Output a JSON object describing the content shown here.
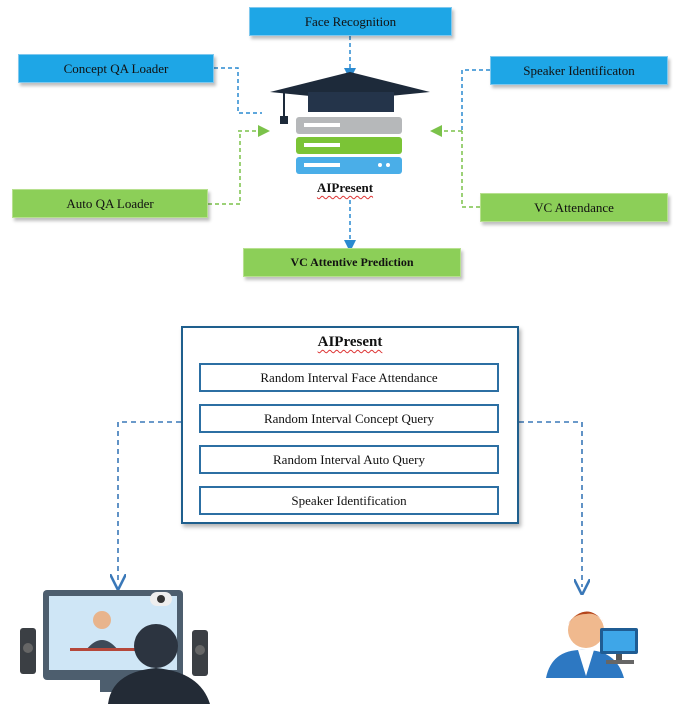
{
  "top": {
    "face_recognition": "Face Recognition",
    "concept_qa_loader": "Concept QA Loader",
    "speaker_identification": "Speaker Identificaton",
    "auto_qa_loader": "Auto QA Loader",
    "vc_attendance": "VC Attendance",
    "vc_attentive_prediction": "VC Attentive Prediction",
    "center_label": "AIPresent"
  },
  "bottom": {
    "panel_title": "AIPresent",
    "rows": [
      "Random Interval Face Attendance",
      "Random Interval Concept Query",
      "Random Interval Auto Query",
      "Speaker Identification"
    ]
  },
  "colors": {
    "blue_box": "#1ea6e6",
    "green_box": "#8ccf58",
    "panel_border": "#1f5f8d"
  }
}
